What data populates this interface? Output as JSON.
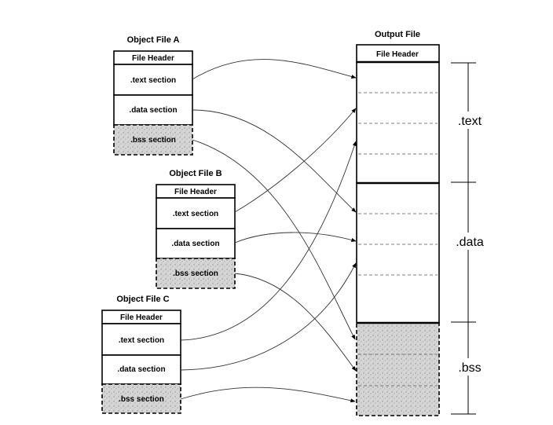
{
  "object_files": [
    {
      "title": "Object File A",
      "header": "File Header",
      "sections": [
        ".text section",
        ".data section",
        ".bss section"
      ]
    },
    {
      "title": "Object File B",
      "header": "File Header",
      "sections": [
        ".text section",
        ".data section",
        ".bss section"
      ]
    },
    {
      "title": "Object File C",
      "header": "File Header",
      "sections": [
        ".text section",
        ".data section",
        ".bss section"
      ]
    }
  ],
  "output_file": {
    "title": "Output File",
    "header": "File Header",
    "segments": [
      ".text",
      ".data",
      ".bss"
    ]
  },
  "colors": {
    "line": "#000000",
    "connector": "#333333",
    "bss_fill": "#cfcfcf"
  }
}
